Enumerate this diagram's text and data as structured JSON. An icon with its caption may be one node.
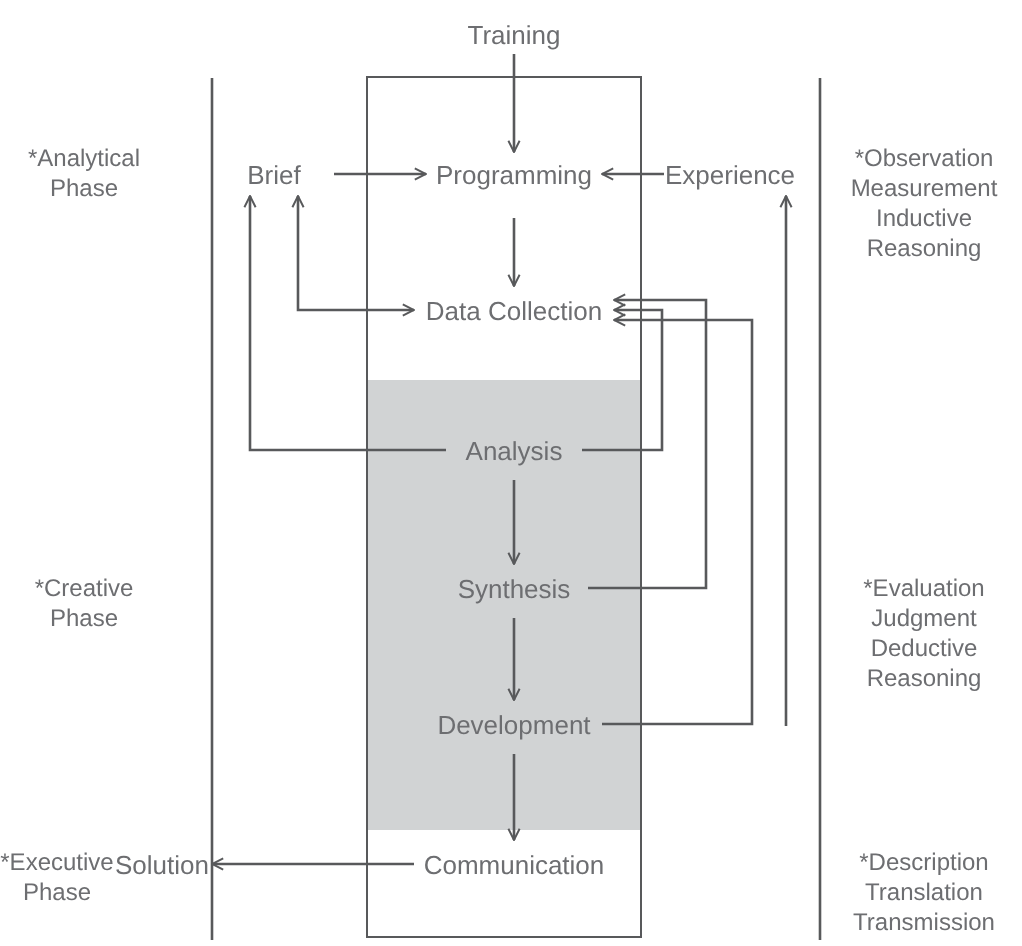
{
  "diagram": {
    "nodes": [
      {
        "text": [],
        "shape": "box"
      },
      {
        "text": [
          "Training"
        ]
      },
      {
        "text": [
          "Brief"
        ]
      },
      {
        "text": [
          "Programming"
        ],
        "in": 0
      },
      {
        "text": [
          "Experience"
        ]
      },
      {
        "text": [
          "Data Collection"
        ],
        "in": 0
      },
      {
        "text": [
          "Analysis"
        ],
        "in": 0
      },
      {
        "text": [
          "Synthesis"
        ],
        "in": 0
      },
      {
        "text": [
          "Development"
        ],
        "in": 0
      },
      {
        "text": [
          "Solution"
        ]
      },
      {
        "text": [
          "Communication"
        ],
        "in": 0
      }
    ],
    "edges": [
      {
        "from": 1,
        "to": 3,
        "arrow": "to"
      },
      {
        "from": 2,
        "to": 3,
        "arrow": "to"
      },
      {
        "from": 4,
        "to": 3,
        "arrow": "to"
      },
      {
        "from": 3,
        "to": 5,
        "arrow": "to"
      },
      {
        "from": 5,
        "to": 2,
        "arrow": "both"
      },
      {
        "from": 6,
        "to": 2,
        "arrow": "to"
      },
      {
        "from": 6,
        "to": 5,
        "arrow": "to"
      },
      {
        "from": 7,
        "to": 5,
        "arrow": "to"
      },
      {
        "from": 8,
        "to": 5,
        "arrow": "to"
      },
      {
        "from": null,
        "to": 4,
        "arrow": "to"
      },
      {
        "from": 6,
        "to": 7,
        "arrow": "to"
      },
      {
        "from": 7,
        "to": 8,
        "arrow": "to"
      },
      {
        "from": 8,
        "to": 10,
        "arrow": "to"
      },
      {
        "from": 10,
        "to": 9,
        "arrow": "to"
      }
    ],
    "labels": [
      "*Analytical Phase",
      "*Observation Measurement Inductive Reasoning",
      "*Creative Phase",
      "*Evaluation Judgment Deductive Reasoning",
      "*Executive Phase",
      "*Description Translation Transmission"
    ]
  }
}
